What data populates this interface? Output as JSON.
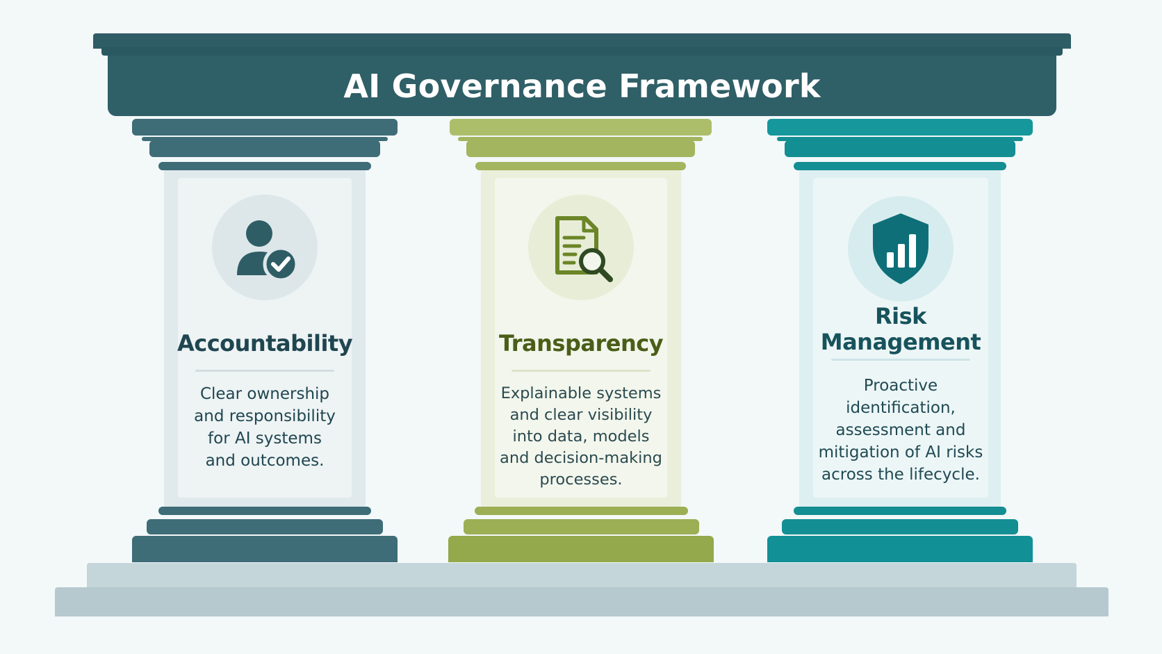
{
  "title": "AI Governance Framework",
  "pillars": [
    {
      "title": "Accountability",
      "description": "Clear ownership\nand responsibility\nfor AI systems\nand outcomes.",
      "icon": "user-check-icon",
      "color": "#2f5d66"
    },
    {
      "title": "Transparency",
      "description": "Explainable systems\nand clear visibility\ninto data, models\nand decision-making\nprocesses.",
      "icon": "document-search-icon",
      "color": "#93a94b"
    },
    {
      "title": "Risk\nManagement",
      "description": "Proactive identification,\nassessment and\nmitigation of AI risks\nacross the lifecycle.",
      "icon": "shield-chart-icon",
      "color": "#138e93"
    }
  ]
}
